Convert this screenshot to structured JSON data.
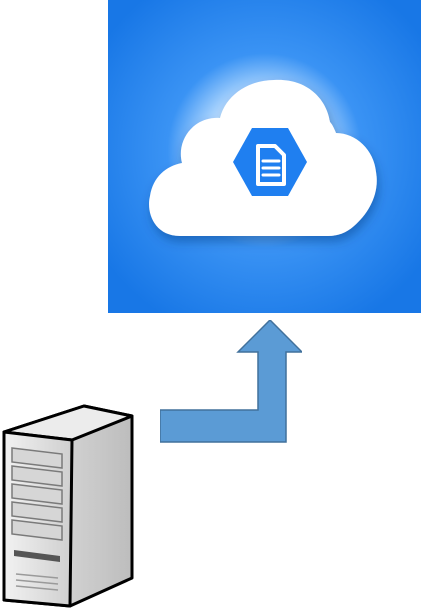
{
  "diagram": {
    "nodes": [
      {
        "id": "cloud-storage",
        "icon": "cloud-document-icon",
        "accent": "#1f7fe6"
      },
      {
        "id": "server",
        "icon": "server-tower-icon"
      }
    ],
    "edges": [
      {
        "from": "server",
        "to": "cloud-storage",
        "icon": "upload-arrow-icon",
        "color": "#5b9bd5"
      }
    ]
  }
}
